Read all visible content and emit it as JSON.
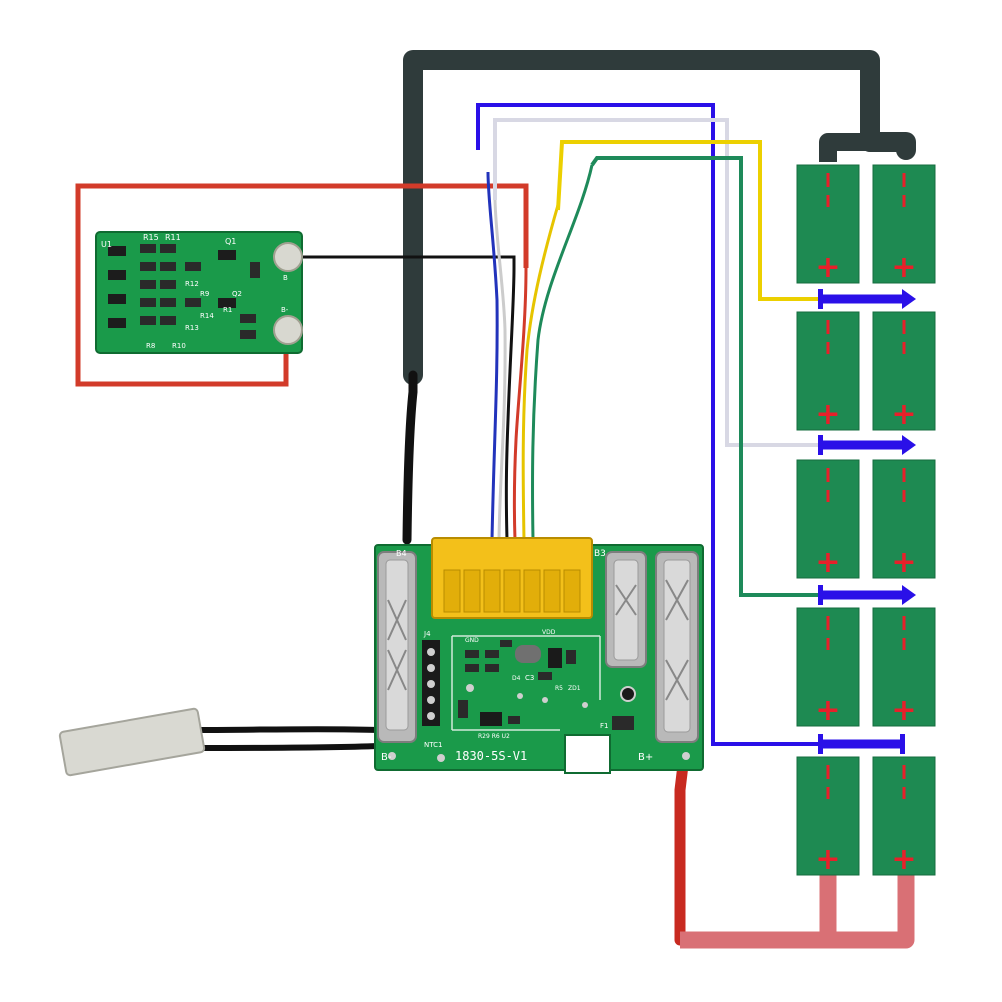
{
  "colors": {
    "pcb_green": "#1a9a4a",
    "cell_green": "#1e8a52",
    "wire_black": "#2f3b3b",
    "wire_red": "#d23b2a",
    "wire_pink": "#d97075",
    "wire_blue": "#2a10e8",
    "wire_yellow": "#ecd000",
    "wire_green": "#1e8a5a",
    "wire_white": "#d8d8e4",
    "connector_yellow": "#f3c01a",
    "cell_terminal_red": "#e8202a"
  },
  "balance_board": {
    "labels": {
      "u1": "U1",
      "r15": "R15",
      "r11": "R11",
      "q1": "Q1",
      "r12": "R12",
      "r9": "R9",
      "q2": "Q2",
      "r14": "R14",
      "r13": "R13",
      "r1": "R1",
      "r8": "R8",
      "r10": "R10",
      "pad_top": "B",
      "pad_bottom": "B-"
    }
  },
  "main_board": {
    "labels": {
      "model": "1830-5S-V1",
      "b_minus": "B-",
      "b_plus": "B+",
      "b3": "B3",
      "ntc": "NTC1",
      "j4": "J4",
      "c3": "C3",
      "d4": "D4",
      "r5": "R5",
      "zd1": "ZD1",
      "f1": "F1",
      "r29": "R29 R6 U2",
      "top_left": "B4",
      "vdd": "VDD",
      "gnd": "GND"
    }
  },
  "cells": {
    "plus_sign": "+",
    "minus_sign": "−"
  }
}
